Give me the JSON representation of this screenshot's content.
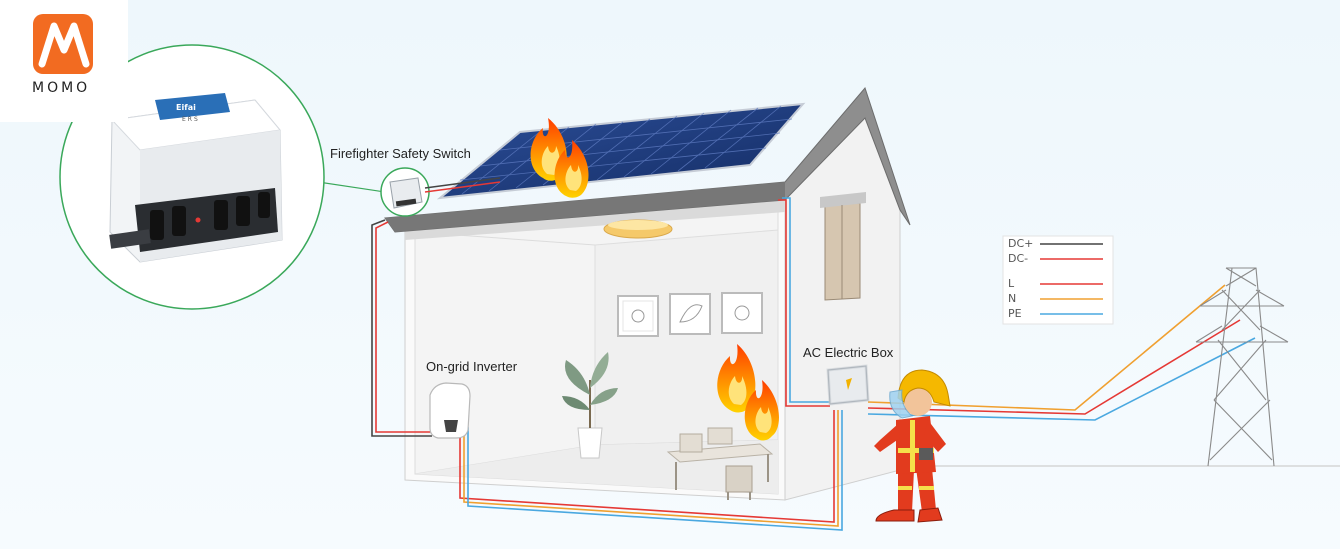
{
  "logo": {
    "wordmark": "MOMO"
  },
  "device": {
    "brand": "Eifai",
    "model": "ERS"
  },
  "labels": {
    "firefighter_switch": "Firefighter Safety Switch",
    "inverter": "On-grid Inverter",
    "ac_box": "AC Electric Box"
  },
  "legend": [
    {
      "label": "DC+",
      "color": "#444444"
    },
    {
      "label": "DC-",
      "color": "#e53935"
    },
    {
      "label": "L",
      "color": "#e53935"
    },
    {
      "label": "N",
      "color": "#f0a030"
    },
    {
      "label": "PE",
      "color": "#4aa8e0"
    }
  ],
  "colors": {
    "background": "#edf6fb",
    "brand_orange": "#f26b21",
    "callout_green": "#3aa85a",
    "wall": "#f7f7f7",
    "roof": "#8e8e8e",
    "panel": "#1e3a78",
    "fire": "#ff7a00",
    "firefighter": "#e23b1e"
  },
  "icons": [
    "flame-icon",
    "ceiling-lamp-icon",
    "plant-icon",
    "picture-frame-icon",
    "table-icon",
    "chair-icon",
    "transmission-tower-icon",
    "firefighter-icon"
  ]
}
